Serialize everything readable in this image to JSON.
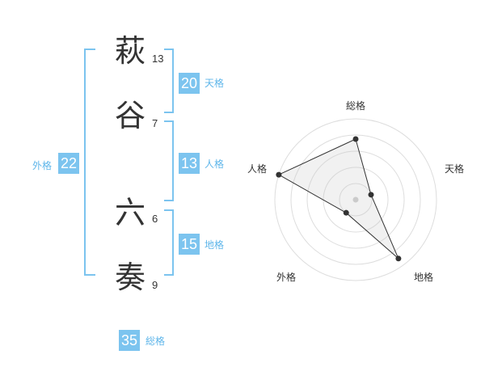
{
  "name": {
    "chars": [
      {
        "char": "萩",
        "strokes": "13"
      },
      {
        "char": "谷",
        "strokes": "7"
      },
      {
        "char": "六",
        "strokes": "6"
      },
      {
        "char": "奏",
        "strokes": "9"
      }
    ]
  },
  "kakusu": {
    "tenkaku": {
      "value": "20",
      "label": "天格"
    },
    "jinkaku": {
      "value": "13",
      "label": "人格"
    },
    "chikaku": {
      "value": "15",
      "label": "地格"
    },
    "gaikaku": {
      "value": "22",
      "label": "外格"
    },
    "soukaku": {
      "value": "35",
      "label": "総格"
    }
  },
  "colors": {
    "accent": "#7cc4ef",
    "text": "#333333"
  },
  "chart_data": {
    "type": "radar",
    "axes": [
      "総格",
      "天格",
      "地格",
      "外格",
      "人格"
    ],
    "values": [
      0.75,
      0.2,
      0.9,
      0.2,
      1.0
    ],
    "rings": 5,
    "range": [
      0,
      1
    ]
  }
}
